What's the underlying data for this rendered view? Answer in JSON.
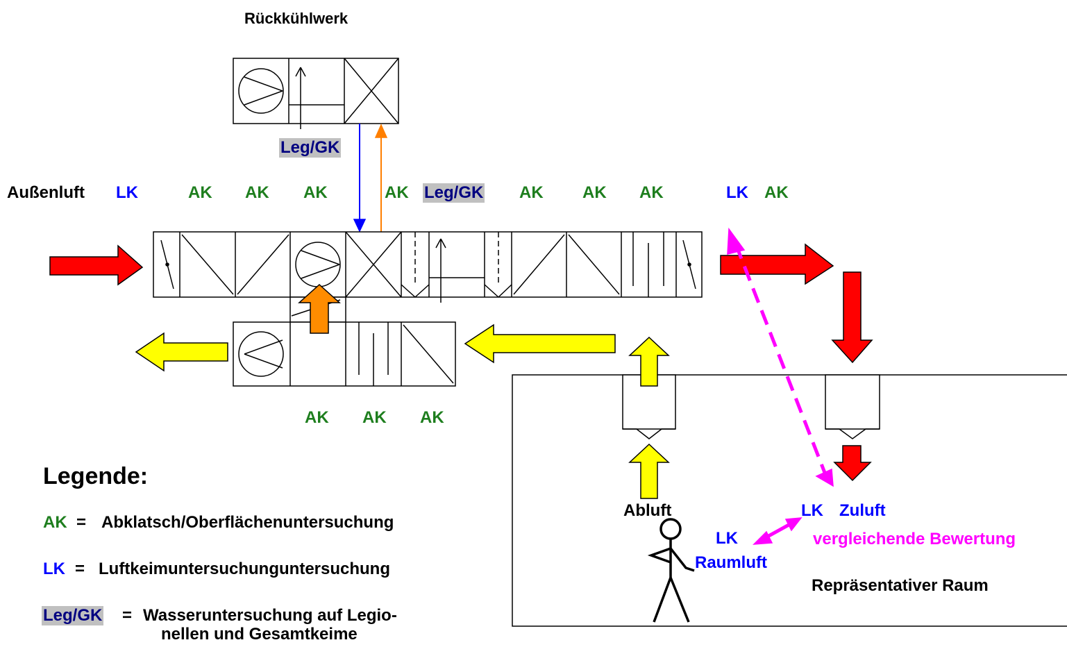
{
  "title": "Rückkühlwerk",
  "colors": {
    "ak": "#1e7e1e",
    "lk": "#0000ff",
    "leg": "#000080",
    "leg_bg": "#c0c0c0",
    "supply_air": "#ff0000",
    "exhaust_air": "#ffff00",
    "heat_recovery": "#ff8c00",
    "comparison": "#ff00ff"
  },
  "labels": {
    "aussenluft": "Außenluft",
    "lk": "LK",
    "ak": "AK",
    "leg_gk": "Leg/GK",
    "abluft": "Abluft",
    "zuluft": "Zuluft",
    "raumluft": "Raumluft",
    "vergleichende_bewertung": "vergleichende Bewertung",
    "repraesentativer_raum": "Repräsentativer Raum"
  },
  "legend": {
    "title": "Legende:",
    "items": [
      {
        "key": "AK",
        "sep": "=",
        "text": "Abklatsch/Oberflächenuntersuchung"
      },
      {
        "key": "LK",
        "sep": "=",
        "text": "Luftkeimuntersuchunguntersuchung"
      },
      {
        "key": "Leg/GK",
        "sep": "=",
        "text": "Wasseruntersuchung auf Legio-",
        "text2": "nellen und Gesamtkeime"
      }
    ]
  },
  "icons": [
    "fan-icon",
    "damper-icon",
    "filter-icon",
    "heat-exchanger-icon",
    "silencer-icon",
    "humidifier-icon",
    "person-icon",
    "arrow-icon",
    "air-outlet-icon"
  ]
}
